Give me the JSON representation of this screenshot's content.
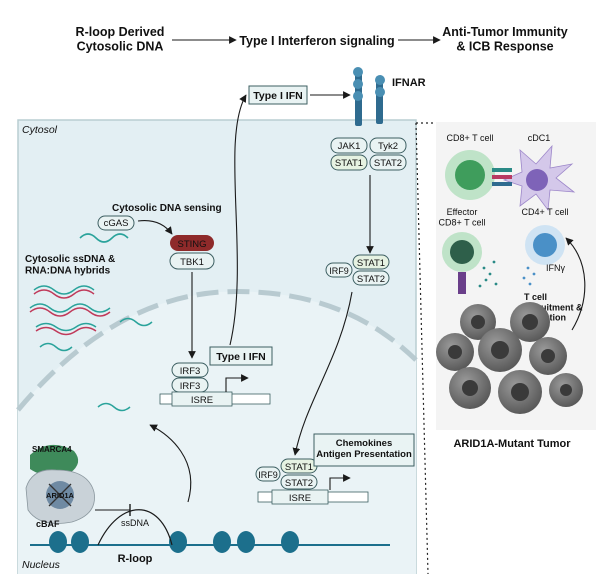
{
  "header": {
    "step1": "R-loop Derived\nCytosolic DNA",
    "step2": "Type I Interferon signaling",
    "step3": "Anti-Tumor Immunity\n& ICB Response"
  },
  "compartments": {
    "cytosol": "Cytosol",
    "nucleus": "Nucleus"
  },
  "receptor": {
    "name": "IFNAR",
    "ifn_box": "Type I IFN",
    "jak1": "JAK1",
    "tyk2": "Tyk2",
    "stat1": "STAT1",
    "stat2": "STAT2"
  },
  "dna_sensing": {
    "title": "Cytosolic DNA sensing",
    "cgas": "cGAS",
    "sting": "STING",
    "tbk1": "TBK1"
  },
  "ssdna_label": "Cytosolic ssDNA &\nRNA:DNA hybrids",
  "isgf3": {
    "irf9": "IRF9",
    "stat1": "STAT1",
    "stat2": "STAT2"
  },
  "irf3_complex": {
    "irf3a": "IRF3",
    "irf3b": "IRF3",
    "isre": "ISRE",
    "output": "Type I IFN"
  },
  "chromatin": {
    "smarca4": "SMARCA4",
    "arid1a": "ARID1A",
    "cbaf": "cBAF",
    "ssdna": "ssDNA",
    "rloop": "R-loop"
  },
  "isgf3_nuclear": {
    "irf9": "IRF9",
    "stat1": "STAT1",
    "stat2": "STAT2",
    "isre": "ISRE",
    "output": "Chemokines\nAntigen Presentation"
  },
  "immune": {
    "cd8": "CD8+ T cell",
    "cdc1": "cDC1",
    "effector": "Effector\nCD8+ T cell",
    "cd4": "CD4+ T cell",
    "ifng": "IFNγ",
    "recruit": "T cell\nrecruitment &\nactivation",
    "tumor": "ARID1A-Mutant Tumor"
  },
  "colors": {
    "cytosol_bg": "#e3eff3",
    "sting": "#8e2a2a",
    "tumor_label": "#a0202a",
    "ifnar": "#2f6b8f"
  }
}
